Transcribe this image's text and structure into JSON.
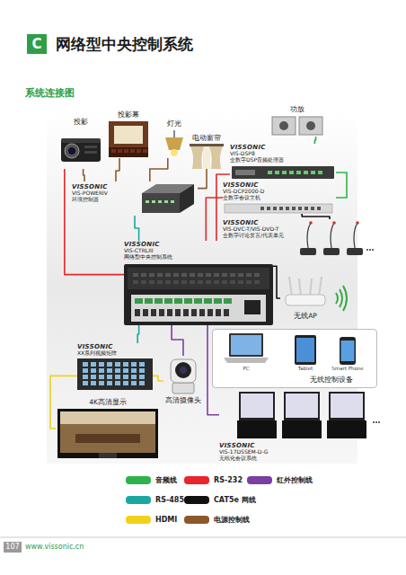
{
  "diagram": {
    "title": "网络型中央控制系统",
    "nodes": [
      {
        "text": [
          "投影"
        ]
      },
      {
        "text": [
          "投影幕"
        ]
      },
      {
        "text": [
          "灯光"
        ]
      },
      {
        "text": [
          "电动窗帘"
        ]
      },
      {
        "text": [
          "功放"
        ]
      },
      {
        "text": [
          "VISSONIC",
          "VIS-DSP8",
          "全数字DSP音频处理器"
        ]
      },
      {
        "text": [
          "VISSONIC",
          "VIS-POWERIV",
          "环境控制器"
        ]
      },
      {
        "text": [
          "VISSONIC",
          "VIS-DCP2000-D",
          "全数字会议主机"
        ]
      },
      {
        "text": [
          "VISSONIC",
          "VIS-DVC-T/VIS-DVD-T",
          "全数字讨论发言/代表单元"
        ]
      },
      {
        "text": [
          "VISSONIC",
          "VIS-CTRLIII",
          "网络型中央控制系统"
        ]
      },
      {
        "text": [
          "无线AP"
        ]
      },
      {
        "text": [
          "无线控制设备"
        ]
      },
      {
        "text": [
          "PC"
        ],
        "in": 11
      },
      {
        "text": [
          "Tablet"
        ],
        "in": 11
      },
      {
        "text": [
          "Smart Phone"
        ],
        "in": 11
      },
      {
        "text": [
          "VISSONIC",
          "XX系列视频矩阵"
        ]
      },
      {
        "text": [
          "高清摄像头"
        ]
      },
      {
        "text": [
          "4K高清显示"
        ]
      },
      {
        "text": [
          "VISSONIC",
          "VIS-17DSSEM-D-G",
          "无纸化会议系统"
        ]
      }
    ],
    "edges": [
      {
        "from": 6,
        "to": 0,
        "arrow": "none"
      },
      {
        "from": 6,
        "to": 1,
        "arrow": "none"
      },
      {
        "from": 6,
        "to": 2,
        "arrow": "none"
      },
      {
        "from": 6,
        "to": 3,
        "arrow": "none"
      },
      {
        "from": 9,
        "to": 6,
        "arrow": "none"
      },
      {
        "from": 9,
        "to": 0,
        "arrow": "none"
      },
      {
        "from": 9,
        "to": 5,
        "arrow": "none"
      },
      {
        "from": 9,
        "to": 7,
        "arrow": "none"
      },
      {
        "from": 5,
        "to": 4,
        "arrow": "none"
      },
      {
        "from": 7,
        "to": 5,
        "arrow": "none"
      },
      {
        "from": 7,
        "to": 8,
        "arrow": "none"
      },
      {
        "from": 9,
        "to": 10,
        "arrow": "none"
      },
      {
        "from": 9,
        "to": 15,
        "arrow": "none"
      },
      {
        "from": 9,
        "to": 16,
        "arrow": "none"
      },
      {
        "from": 9,
        "to": 18,
        "arrow": "none"
      },
      {
        "from": 16,
        "to": 15,
        "arrow": "none"
      },
      {
        "from": 15,
        "to": 17,
        "arrow": "none"
      }
    ],
    "labels": [
      "C",
      "系统连接图",
      "107",
      "www.vissonic.cn"
    ],
    "legend": [
      {
        "text": "音频线",
        "color": "#2db34a"
      },
      {
        "text": "RS-232",
        "color": "#e8262b"
      },
      {
        "text": "红外控制线",
        "color": "#7b3fa0"
      },
      {
        "text": "RS-485",
        "color": "#1aa7a0"
      },
      {
        "text": "CAT5e 网线",
        "color": "#111111"
      },
      {
        "text": "HDMI",
        "color": "#f1d21b"
      },
      {
        "text": "电源控制线",
        "color": "#8b5a2b"
      }
    ]
  }
}
